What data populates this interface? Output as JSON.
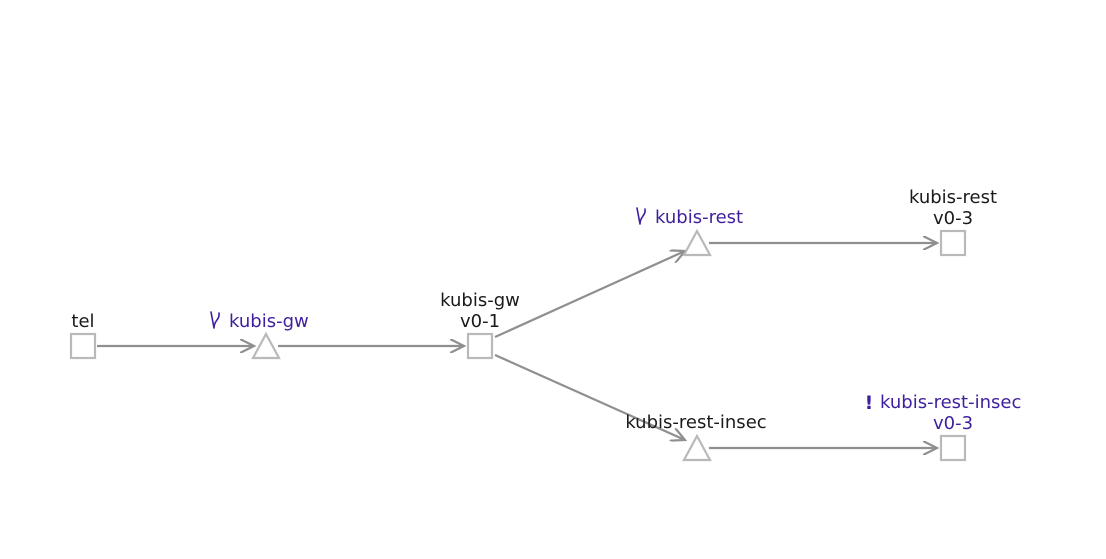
{
  "graph": {
    "nodes": {
      "tel": {
        "name": "tel"
      },
      "svc_gw": {
        "name": "kubis-gw",
        "icon": "branch-icon"
      },
      "gw_v01": {
        "name": "kubis-gw",
        "version": "v0-1"
      },
      "svc_rest": {
        "name": "kubis-rest",
        "icon": "branch-icon"
      },
      "rest_v03": {
        "name": "kubis-rest",
        "version": "v0-3"
      },
      "svc_rest_insec": {
        "name": "kubis-rest-insec"
      },
      "rest_insec_v03": {
        "name": "kubis-rest-insec",
        "version": "v0-3",
        "badge": "!"
      }
    },
    "edges": [
      [
        "tel",
        "svc_gw"
      ],
      [
        "svc_gw",
        "gw_v01"
      ],
      [
        "gw_v01",
        "svc_rest"
      ],
      [
        "gw_v01",
        "svc_rest_insec"
      ],
      [
        "svc_rest",
        "rest_v03"
      ],
      [
        "svc_rest_insec",
        "rest_insec_v03"
      ]
    ],
    "colors": {
      "edge": "#8f8f8f",
      "node_stroke": "#b9b9b9",
      "label_default": "#1a1a1a",
      "label_highlight": "#3f1f9e"
    }
  }
}
